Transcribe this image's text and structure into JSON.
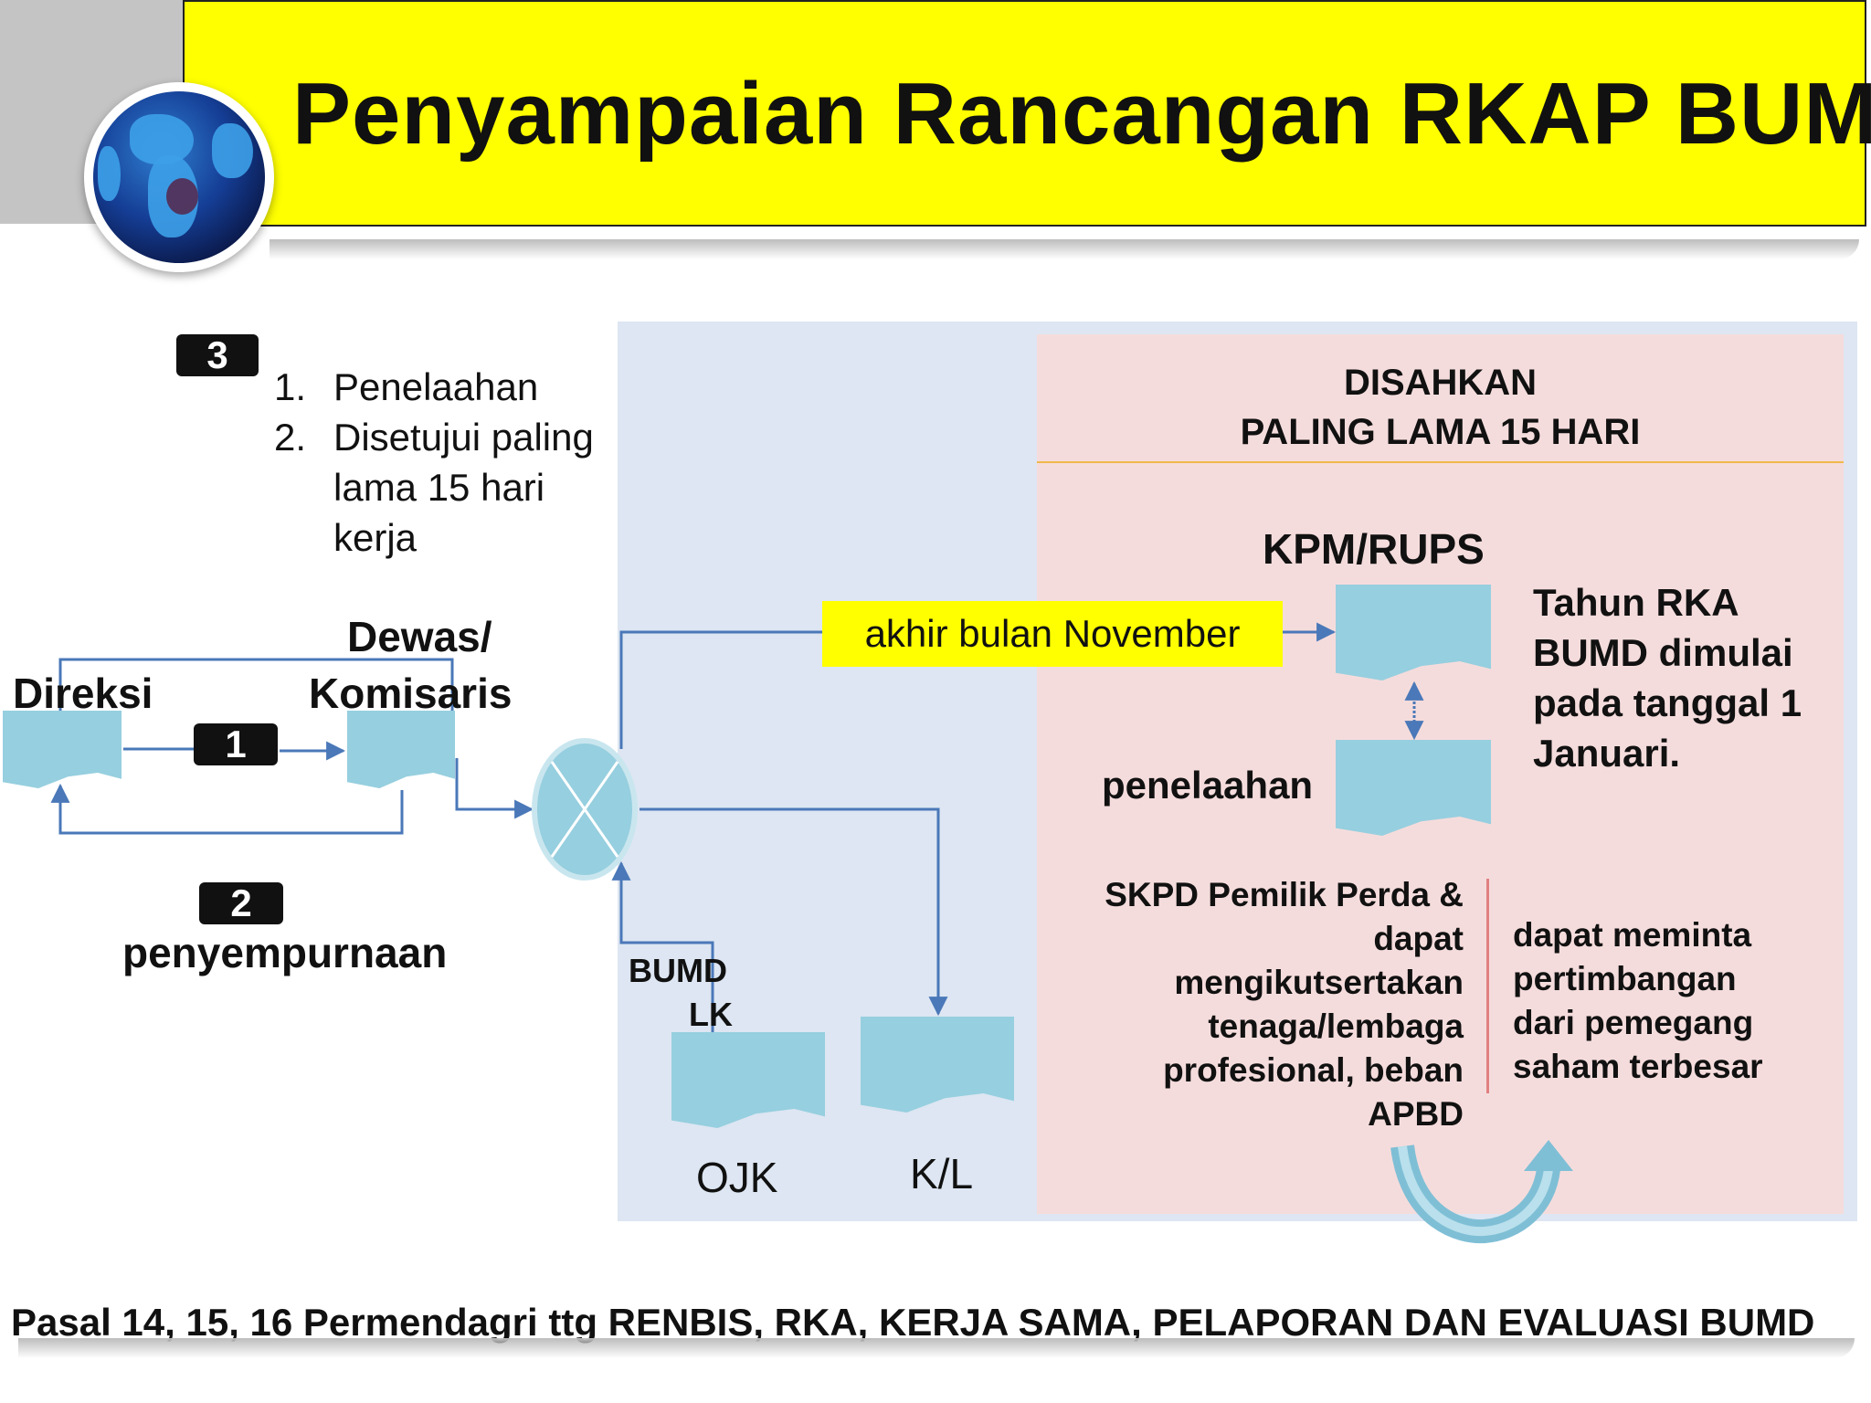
{
  "header": {
    "title": "Penyampaian Rancangan RKAP BUMD"
  },
  "step3": {
    "badge": "3",
    "items": [
      {
        "num": "1.",
        "text": "Penelaahan"
      },
      {
        "num": "2.",
        "text": "Disetujui paling"
      },
      {
        "num": "",
        "text": "lama 15 hari"
      },
      {
        "num": "",
        "text": "kerja"
      }
    ]
  },
  "left_flow": {
    "direksi": "Direksi",
    "dewas_line1": "Dewas/",
    "dewas_line2": "Komisaris",
    "badge1": "1",
    "badge2": "2",
    "penyempurnaan": "penyempurnaan"
  },
  "middle": {
    "akhir_bulan": "akhir bulan November",
    "bumd_lk_line1": "BUMD",
    "bumd_lk_line2": "LK",
    "ojk": "OJK",
    "kl": "K/L"
  },
  "right_panel": {
    "disahkan_line1": "DISAHKAN",
    "disahkan_line2": "PALING LAMA 15 HARI",
    "kpm_rups": "KPM/RUPS",
    "penelaahan": "penelaahan",
    "tahun_rka": [
      "Tahun RKA",
      "BUMD dimulai",
      "pada tanggal 1",
      "Januari."
    ],
    "skpd": [
      "SKPD Pemilik Perda &",
      "dapat",
      "mengikutsertakan",
      "tenaga/lembaga",
      "profesional, beban",
      "APBD"
    ],
    "dapat_meminta": [
      "dapat meminta",
      "pertimbangan",
      "dari pemegang",
      "saham terbesar"
    ]
  },
  "footer": {
    "text": "Pasal 14, 15, 16 Permendagri  ttg RENBIS, RKA, KERJA SAMA, PELAPORAN DAN EVALUASI BUMD"
  },
  "colors": {
    "title_bg": "#ffff00",
    "doc_fill": "#96cfdf",
    "arrow": "#4a78b8",
    "panel_blue": "#dde6f2",
    "panel_pink": "#f5dcdc"
  }
}
